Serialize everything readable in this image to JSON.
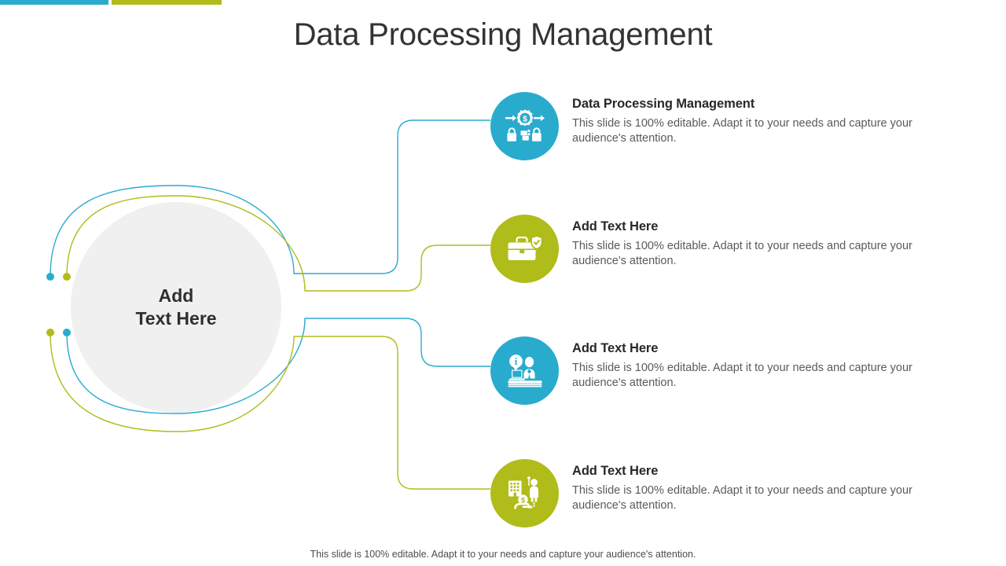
{
  "slide": {
    "title": "Data Processing Management",
    "footer_note": "This slide is 100% editable. Adapt it to your needs and capture your audience's attention."
  },
  "colors": {
    "cyan": "#29abce",
    "olive": "#b0bc19",
    "hub_fill": "#f0f0f0",
    "title_text": "#333333",
    "body_text": "#5a5a5a",
    "heading_text": "#282828"
  },
  "top_bars": [
    {
      "name": "bar-cyan",
      "color": "#29abce"
    },
    {
      "name": "bar-olive",
      "color": "#b0bc19"
    }
  ],
  "hub": {
    "label": "Add\nText Here"
  },
  "items": [
    {
      "heading": "Data Processing Management",
      "body": "This slide is 100% editable. Adapt it to your needs and capture your audience's attention.",
      "icon": "secure-transaction-icon",
      "color": "#29abce"
    },
    {
      "heading": "Add Text Here",
      "body": "This slide is 100% editable. Adapt it to your needs and capture your audience's attention.",
      "icon": "briefcase-shield-icon",
      "color": "#b0bc19"
    },
    {
      "heading": "Add Text Here",
      "body": "This slide is 100% editable. Adapt it to your needs and capture your audience's attention.",
      "icon": "information-desk-icon",
      "color": "#29abce"
    },
    {
      "heading": "Add Text Here",
      "body": "This slide is 100% editable. Adapt it to your needs and capture your audience's attention.",
      "icon": "business-investment-icon",
      "color": "#b0bc19"
    }
  ],
  "connector_dots": [
    {
      "name": "connector-dot-1",
      "color": "#29abce"
    },
    {
      "name": "connector-dot-2",
      "color": "#b0bc19"
    },
    {
      "name": "connector-dot-3",
      "color": "#b0bc19"
    },
    {
      "name": "connector-dot-4",
      "color": "#29abce"
    }
  ]
}
